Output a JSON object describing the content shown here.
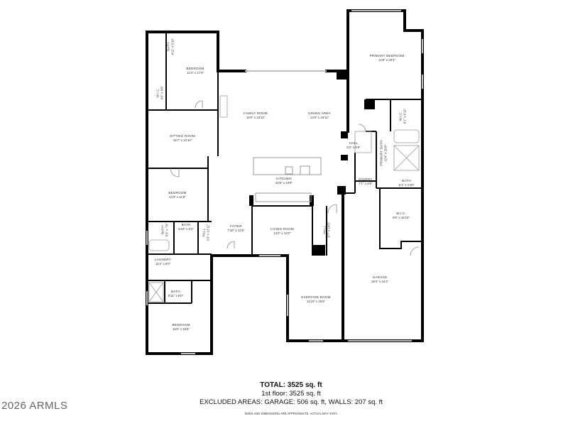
{
  "floorplan": {
    "rooms": [
      {
        "id": "bath-1",
        "name": "BATH",
        "dims": "4'11\" x 5'10\""
      },
      {
        "id": "bedroom-1",
        "name": "BEDROOM",
        "dims": "11'3\" x 17'3\""
      },
      {
        "id": "wic-1",
        "name": "W.I.C.",
        "dims": "4'3\" x 6'8\""
      },
      {
        "id": "primary-bedroom",
        "name": "PRIMARY BEDROOM",
        "dims": "14'9\" x 20'4\""
      },
      {
        "id": "family-room",
        "name": "FAMILY ROOM",
        "dims": "16'0\" x 19'11\""
      },
      {
        "id": "dining-area",
        "name": "DINING AREA",
        "dims": "14'0\" x 19'11\""
      },
      {
        "id": "wic-primary",
        "name": "W.I.C.",
        "dims": "6'1\" x 6'11\""
      },
      {
        "id": "sitting-room",
        "name": "SITTING ROOM",
        "dims": "16'7\" x 13'10\""
      },
      {
        "id": "hall-1",
        "name": "HALL",
        "dims": "6'2\" x 5'8\""
      },
      {
        "id": "primary-bath",
        "name": "PRIMARY BATH",
        "dims": "12'4\" x 20'8\""
      },
      {
        "id": "kitchen",
        "name": "KITCHEN",
        "dims": "32'5\" x 10'9\""
      },
      {
        "id": "pantry",
        "name": "PANTRY",
        "dims": "7'1\" x 8'5\""
      },
      {
        "id": "bath-primary-wc",
        "name": "BATH",
        "dims": "6'1\" x 2'10\""
      },
      {
        "id": "bedroom-2",
        "name": "BEDROOM",
        "dims": "14'3\" x 11'8\""
      },
      {
        "id": "wic-2",
        "name": "W.I.C.",
        "dims": "9'5\" x 15'10\""
      },
      {
        "id": "bath-2",
        "name": "BATH",
        "dims": "5'3\" x 7'6\""
      },
      {
        "id": "bath-3",
        "name": "BATH",
        "dims": "5'10\" x 9'2\""
      },
      {
        "id": "hall-2",
        "name": "HALL",
        "dims": "3'3\" x 12'11\""
      },
      {
        "id": "foyer",
        "name": "FOYER",
        "dims": "7'10\" x 12'6\""
      },
      {
        "id": "living-room",
        "name": "LIVING ROOM",
        "dims": "13'2\" x 12'0\""
      },
      {
        "id": "hall-3",
        "name": "HALL",
        "dims": "6'7\" x 14'5\""
      },
      {
        "id": "laundry",
        "name": "LAUNDRY",
        "dims": "11'4\" x 6'0\""
      },
      {
        "id": "garage",
        "name": "GARAGE",
        "dims": "18'4\" x 34'1\""
      },
      {
        "id": "bath-4",
        "name": "BATH",
        "dims": "8'11\" x 5'0\""
      },
      {
        "id": "exercise-room",
        "name": "EXERCISE ROOM",
        "dims": "11'10\" x 19'6\""
      },
      {
        "id": "bedroom-3",
        "name": "BEDROOM",
        "dims": "15'0\" x 16'8\""
      }
    ]
  },
  "summary": {
    "total": "TOTAL: 3525 sq. ft",
    "floor": "1st floor: 3525 sq. ft",
    "excluded": "EXCLUDED AREAS: GARAGE: 506 sq. ft, WALLS: 207 sq. ft",
    "disclaimer": "SIZES AND DIMENSIONS ARE APPROXIMATE, ACTUAL MAY VARY."
  },
  "watermark": "2026 ARMLS",
  "colors": {
    "wall": "#000000",
    "window": "#bfbfbf",
    "fixture": "#999999",
    "text": "#333333"
  }
}
